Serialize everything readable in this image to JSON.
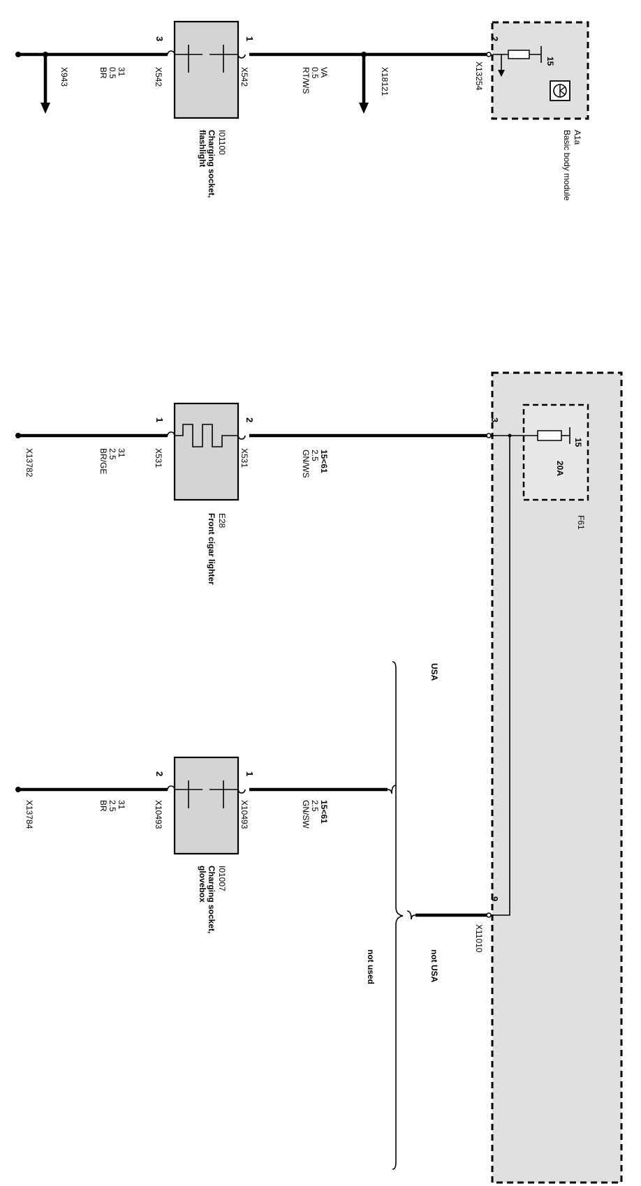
{
  "modules": {
    "a1a": {
      "code": "A1a",
      "name": "Basic body module",
      "terminal": "15",
      "connector": "X13254",
      "pin": "2"
    },
    "f61": {
      "code": "F61",
      "terminal": "15",
      "rating": "20A",
      "pin_top": "3",
      "pin_bottom": "9",
      "connector": "X11010"
    }
  },
  "components": {
    "i01100": {
      "code": "I01100",
      "name_1": "Charging socket,",
      "name_2": "flashlight",
      "pin_in": "1",
      "pin_out": "3",
      "conn_in": "X542",
      "conn_out": "X542"
    },
    "e28": {
      "code": "E28",
      "name_1": "Front cigar lighter",
      "pin_in": "2",
      "pin_out": "1",
      "conn_in": "X531",
      "conn_out": "X531"
    },
    "i01007": {
      "code": "I01007",
      "name_1": "Charging socket,",
      "name_2": "glovebox",
      "pin_in": "1",
      "pin_out": "2",
      "conn_in": "X10493",
      "conn_out": "X10493"
    }
  },
  "wires": {
    "w1_in": {
      "signal": "VA",
      "size": "0.5",
      "color": "RT/WS"
    },
    "w1_out": {
      "signal": "31",
      "size": "0.5",
      "color": "BR"
    },
    "w2_in": {
      "signal": "15<61",
      "size": "2.5",
      "color": "GN/WS"
    },
    "w2_out": {
      "signal": "31",
      "size": "2.5",
      "color": "BR/GE"
    },
    "w3_in": {
      "signal": "15<61",
      "size": "2.5",
      "color": "GN/SW"
    },
    "w3_out": {
      "signal": "31",
      "size": "2.5",
      "color": "BR"
    }
  },
  "connectors": {
    "x18121": "X18121",
    "x943": "X943",
    "x13782": "X13782",
    "x13784": "X13784"
  },
  "variants": {
    "usa": "USA",
    "not_usa": "not USA",
    "not_used": "not used"
  }
}
